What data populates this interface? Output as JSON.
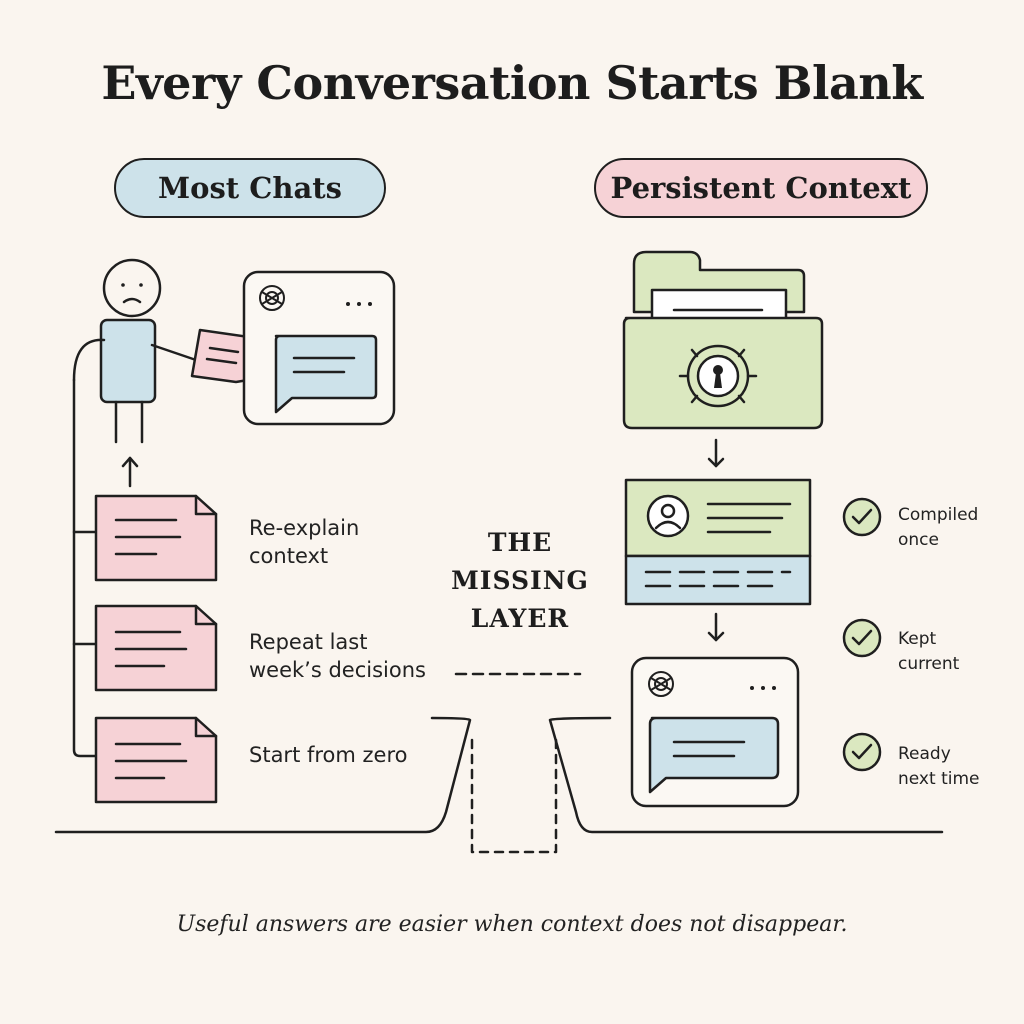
{
  "title": "Every  Conversation Starts Blank",
  "left": {
    "heading": "Most Chats",
    "steps": [
      {
        "label": "Re-explain\ncontext"
      },
      {
        "label": "Repeat last\nweek’s decisions"
      },
      {
        "label": "Start from zero"
      }
    ]
  },
  "right": {
    "heading": "Persistent Context",
    "checks": [
      {
        "label": "Compiled\nonce"
      },
      {
        "label": "Kept\ncurrent"
      },
      {
        "label": "Ready\nnext time"
      }
    ]
  },
  "middle": {
    "label": "THE\nMISSING\nLAYER"
  },
  "caption": "Useful answers are easier when context does not disappear.",
  "colors": {
    "ink": "#1f1f1f",
    "blue": "#cde2ea",
    "pink": "#f6d2d6",
    "green": "#dbe8c0",
    "background": "#faf5ef"
  },
  "icons": [
    "sad-person-icon",
    "chat-window-icon",
    "folder-lock-icon",
    "profile-card-icon",
    "check-icon",
    "ai-logo-icon"
  ]
}
